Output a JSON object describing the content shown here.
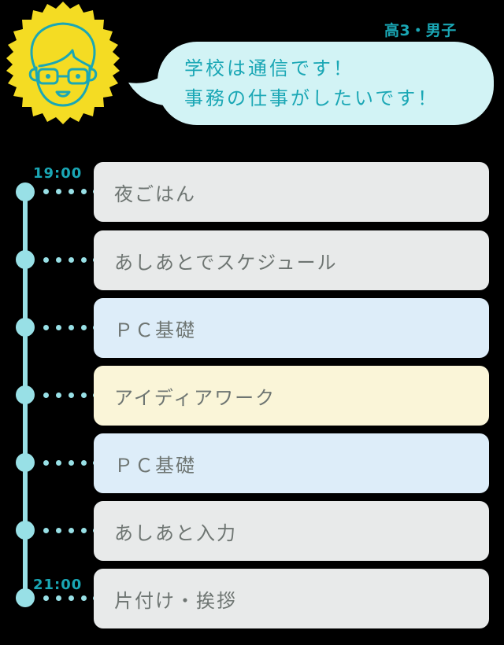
{
  "profile": {
    "grade_label": "高3・男子",
    "avatar_icon": "boy-with-glasses-icon",
    "speech_lines": [
      "学校は通信です！",
      "事務の仕事がしたいです！"
    ]
  },
  "colors": {
    "accent": "#1aa7b5",
    "timeline": "#98e0e6",
    "badge_yellow": "#f4dc23",
    "bubble": "#d2f3f5",
    "card_gray": "#e8eaea",
    "card_blue": "#ddedf9",
    "card_yellow": "#faf5d8",
    "card_text": "#6e7572"
  },
  "schedule": {
    "start_time": "19:00",
    "end_time": "21:00",
    "items": [
      {
        "label": "夜ごはん",
        "color": "gray"
      },
      {
        "label": "あしあとでスケジュール",
        "color": "gray"
      },
      {
        "label": "ＰＣ基礎",
        "color": "blue"
      },
      {
        "label": "アイディアワーク",
        "color": "yellow"
      },
      {
        "label": "ＰＣ基礎",
        "color": "blue"
      },
      {
        "label": "あしあと入力",
        "color": "gray"
      },
      {
        "label": "片付け・挨拶",
        "color": "gray"
      }
    ]
  }
}
